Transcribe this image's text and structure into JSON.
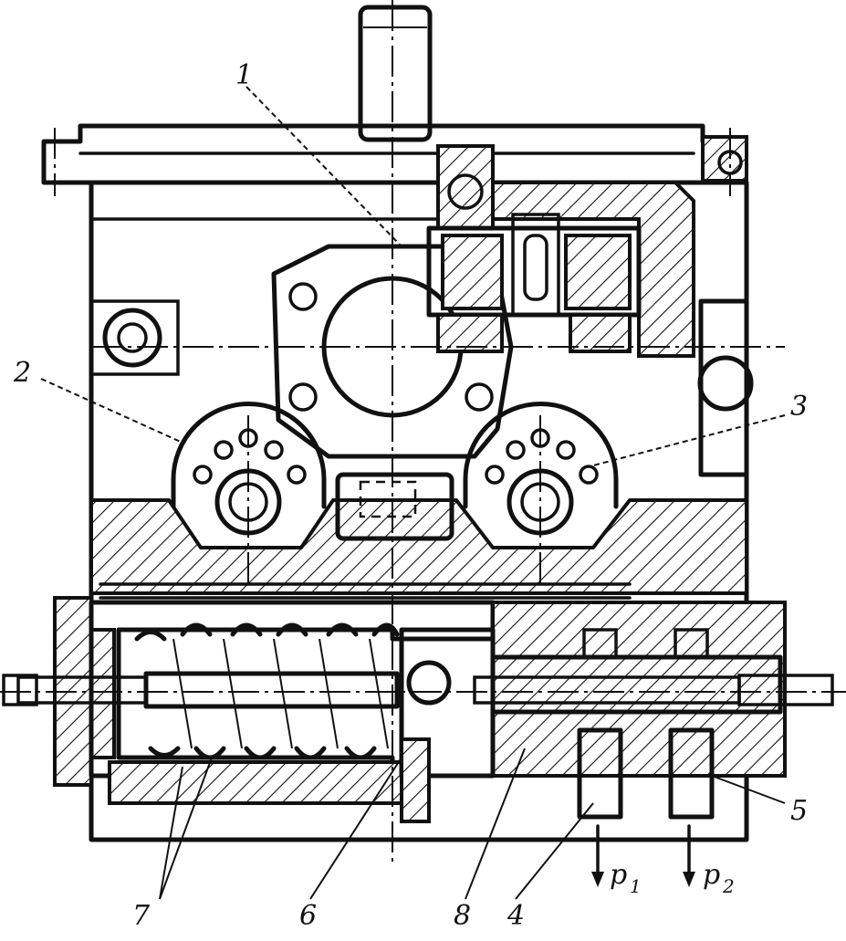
{
  "callouts": {
    "c1": "1",
    "c2": "2",
    "c3": "3",
    "c4": "4",
    "c5": "5",
    "c6": "6",
    "c7": "7",
    "c8": "8"
  },
  "outputs": {
    "p1_letter": "p",
    "p1_index": "1",
    "p2_letter": "p",
    "p2_index": "2"
  }
}
